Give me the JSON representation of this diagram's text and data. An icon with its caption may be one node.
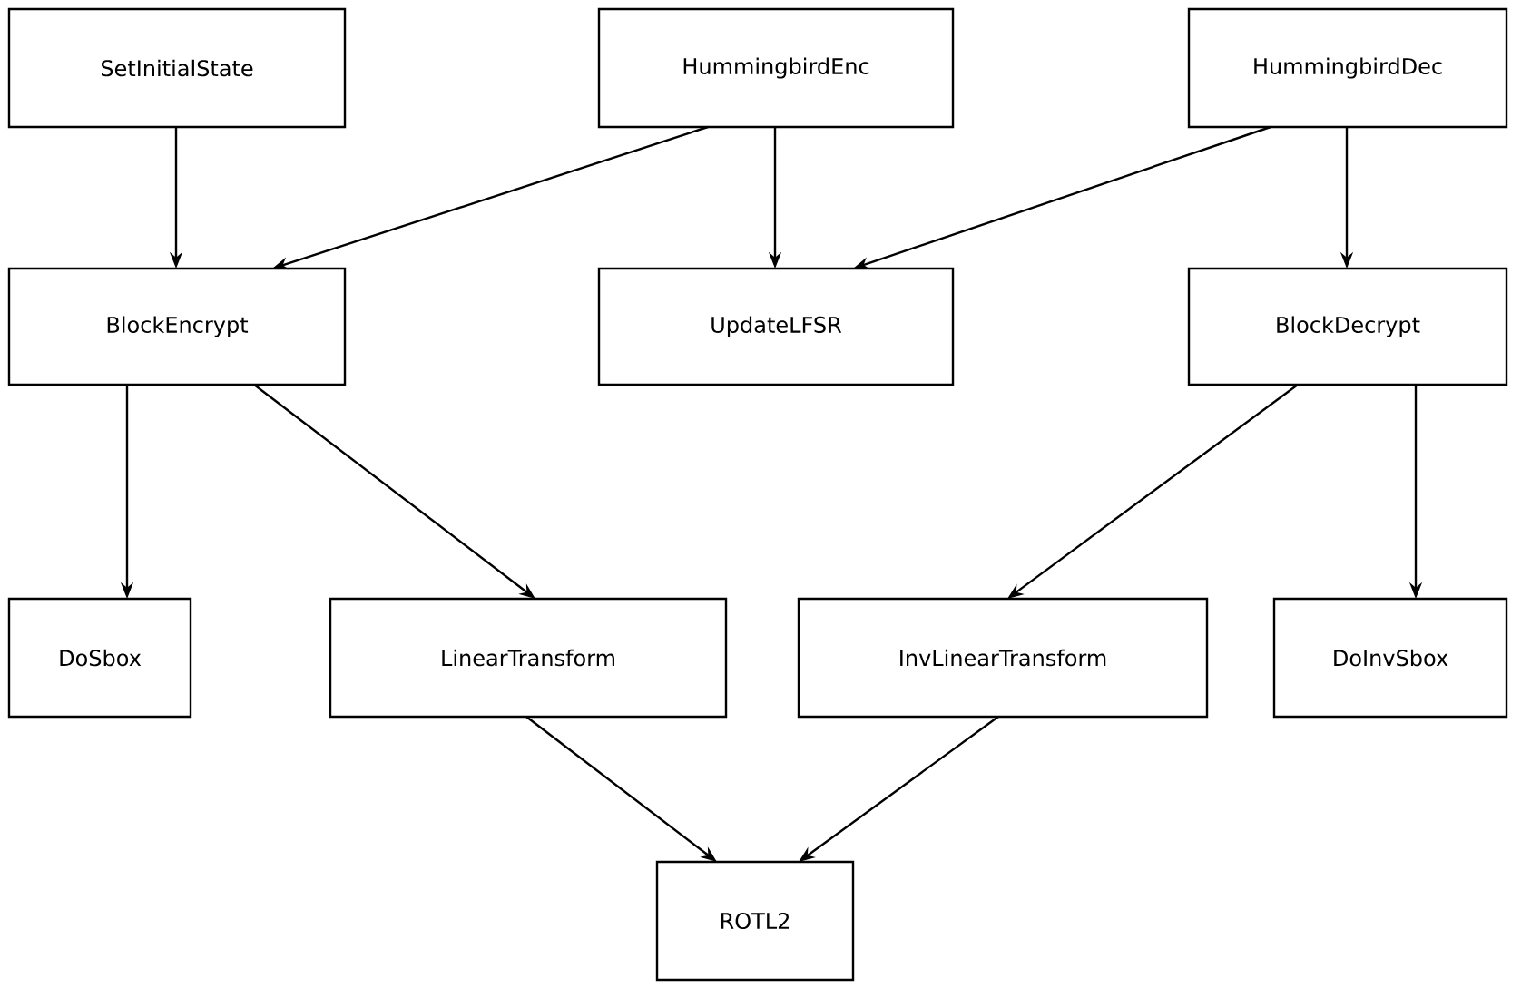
{
  "diagram": {
    "nodes": [
      {
        "text": [
          "SetInitialState"
        ]
      },
      {
        "text": [
          "HummingbirdEnc"
        ]
      },
      {
        "text": [
          "HummingbirdDec"
        ]
      },
      {
        "text": [
          "BlockEncrypt"
        ]
      },
      {
        "text": [
          "UpdateLFSR"
        ]
      },
      {
        "text": [
          "BlockDecrypt"
        ]
      },
      {
        "text": [
          "DoSbox"
        ]
      },
      {
        "text": [
          "LinearTransform"
        ]
      },
      {
        "text": [
          "InvLinearTransform"
        ]
      },
      {
        "text": [
          "DoInvSbox"
        ]
      },
      {
        "text": [
          "ROTL2"
        ]
      }
    ],
    "edges": [
      {
        "from": 0,
        "to": 3,
        "arrow": "to"
      },
      {
        "from": 1,
        "to": 3,
        "arrow": "to"
      },
      {
        "from": 1,
        "to": 4,
        "arrow": "to"
      },
      {
        "from": 2,
        "to": 4,
        "arrow": "to"
      },
      {
        "from": 2,
        "to": 5,
        "arrow": "to"
      },
      {
        "from": 3,
        "to": 6,
        "arrow": "to"
      },
      {
        "from": 3,
        "to": 7,
        "arrow": "to"
      },
      {
        "from": 5,
        "to": 8,
        "arrow": "to"
      },
      {
        "from": 5,
        "to": 9,
        "arrow": "to"
      },
      {
        "from": 7,
        "to": 10,
        "arrow": "to"
      },
      {
        "from": 8,
        "to": 10,
        "arrow": "to"
      }
    ]
  }
}
